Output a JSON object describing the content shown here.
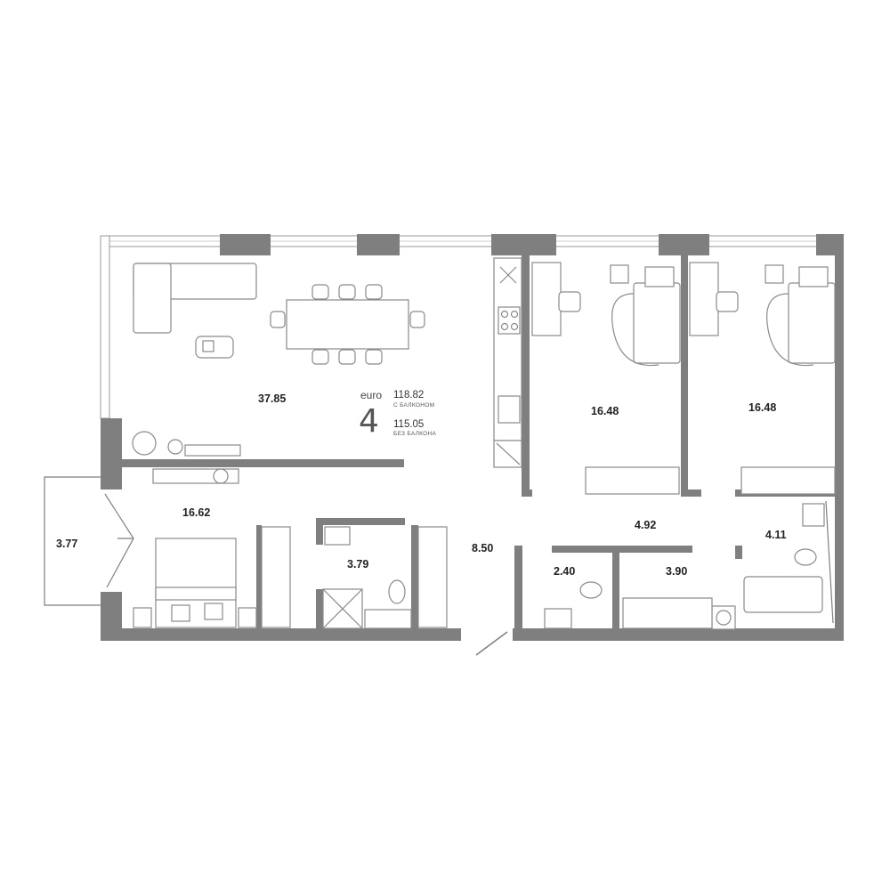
{
  "summary": {
    "rooms_count": "4",
    "format_label": "euro",
    "total_with_balcony": "118.82",
    "with_balcony_label": "С БАЛКОНОМ",
    "total_without_balcony": "115.05",
    "without_balcony_label": "БЕЗ БАЛКОНА"
  },
  "rooms": {
    "living_kitchen": "37.85",
    "bedroom_a": "16.48",
    "bedroom_b": "16.48",
    "master_bedroom": "16.62",
    "balcony": "3.77",
    "bathroom_master": "3.79",
    "hall": "8.50",
    "corridor": "4.92",
    "bathroom_right": "4.11",
    "wc": "2.40",
    "storage": "3.90"
  },
  "colors": {
    "wall": "#7f7f7f",
    "furniture_stroke": "#8a8a8a",
    "text": "#222222"
  }
}
